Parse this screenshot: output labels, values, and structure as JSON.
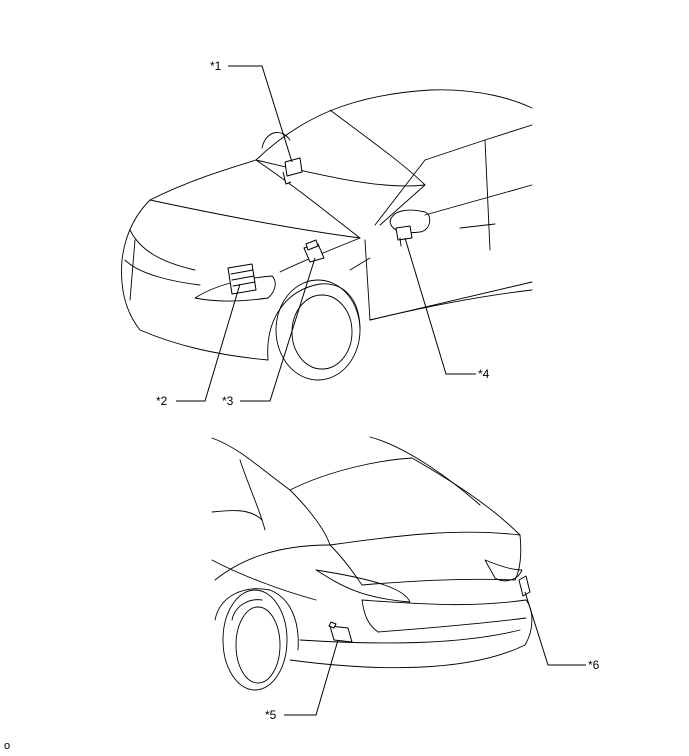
{
  "callouts": {
    "c1": "*1",
    "c2": "*2",
    "c3": "*3",
    "c4": "*4",
    "c5": "*5",
    "c6": "*6"
  },
  "footer_code": "o"
}
